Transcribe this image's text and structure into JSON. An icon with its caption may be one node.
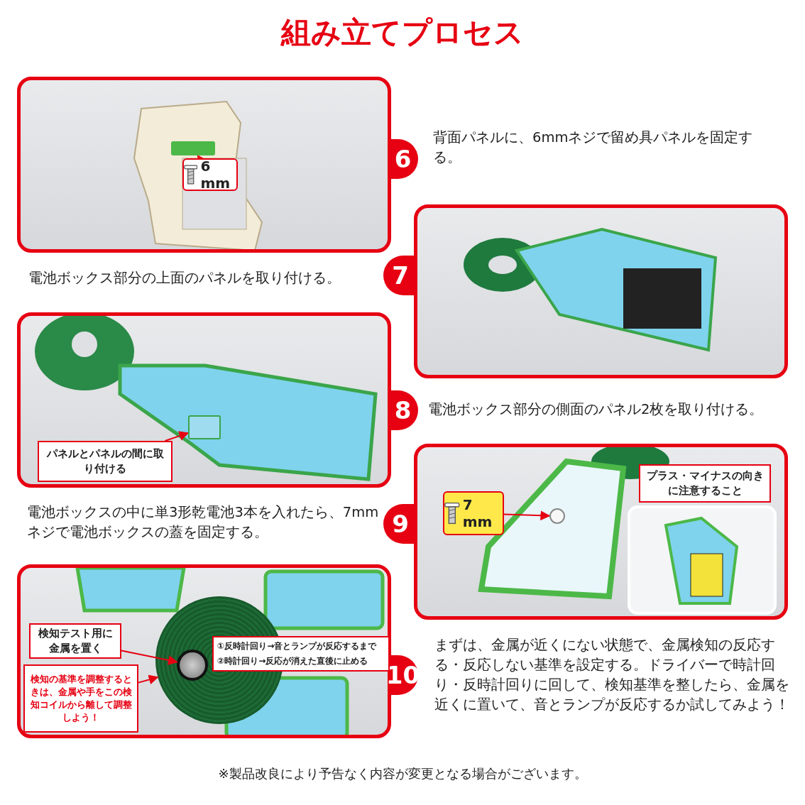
{
  "diagram": {
    "title": "組み立てプロセス",
    "caption": "※製品改良により予告なく内容が変更となる場合がございます。",
    "nodes": [
      {
        "text": [
          "6"
        ],
        "beside": [
          "背面パネルに、6mmネジで留め具パネルを固定する。"
        ]
      },
      {
        "text": [
          "6 mm"
        ],
        "in": 0
      },
      {
        "text": [],
        "shape": "box",
        "in": 0
      },
      {
        "text": [
          "7"
        ],
        "beside": [
          "電池ボックス部分の上面のパネルを取り付ける。"
        ]
      },
      {
        "text": [
          "8"
        ],
        "beside": [
          "電池ボックス部分の側面のパネル2枚を取り付ける。"
        ]
      },
      {
        "text": [
          "パネルとパネルの間に取り付ける"
        ],
        "in": 4
      },
      {
        "text": [],
        "shape": "box",
        "in": 4
      },
      {
        "text": [
          "9"
        ],
        "beside": [
          "電池ボックスの中に単3形乾電池3本を入れたら、7mmネジで電池ボックスの蓋を固定する。"
        ]
      },
      {
        "text": [
          "7 mm"
        ],
        "in": 7
      },
      {
        "text": [],
        "shape": "circle",
        "in": 7
      },
      {
        "text": [
          "プラス・マイナスの向きに注意すること"
        ],
        "in": 7
      },
      {
        "text": [
          "10"
        ],
        "beside": [
          "まずは、金属が近くにない状態で、金属検知の反応する・反応しない基準を設定する。ドライバーで時計回り・反時計回りに回して、検知基準を整したら、金属を近くに置いて、音とランプが反応するか試してみよう！"
        ]
      },
      {
        "text": [
          "検知テスト用に金属を置く"
        ],
        "in": 11
      },
      {
        "text": [],
        "shape": "circle",
        "in": 11
      },
      {
        "text": [],
        "shape": "circle",
        "in": 13
      },
      {
        "text": [
          "検知の基準を調整するときは、金属や手をこの検知コイルから離して調整しよう！"
        ],
        "in": 11
      },
      {
        "text": [
          "①反時計回り→音とランプが反応するまで",
          "②時計回り→反応が消えた直後に止める"
        ],
        "in": 11
      }
    ],
    "edges": [
      {
        "from": 1,
        "to": 2,
        "arrow": "to"
      },
      {
        "from": 5,
        "to": 6,
        "arrow": "to"
      },
      {
        "from": 8,
        "to": 9,
        "arrow": "to"
      },
      {
        "from": 12,
        "to": 14,
        "arrow": "to"
      },
      {
        "from": 15,
        "to": 13,
        "arrow": "to"
      }
    ]
  }
}
